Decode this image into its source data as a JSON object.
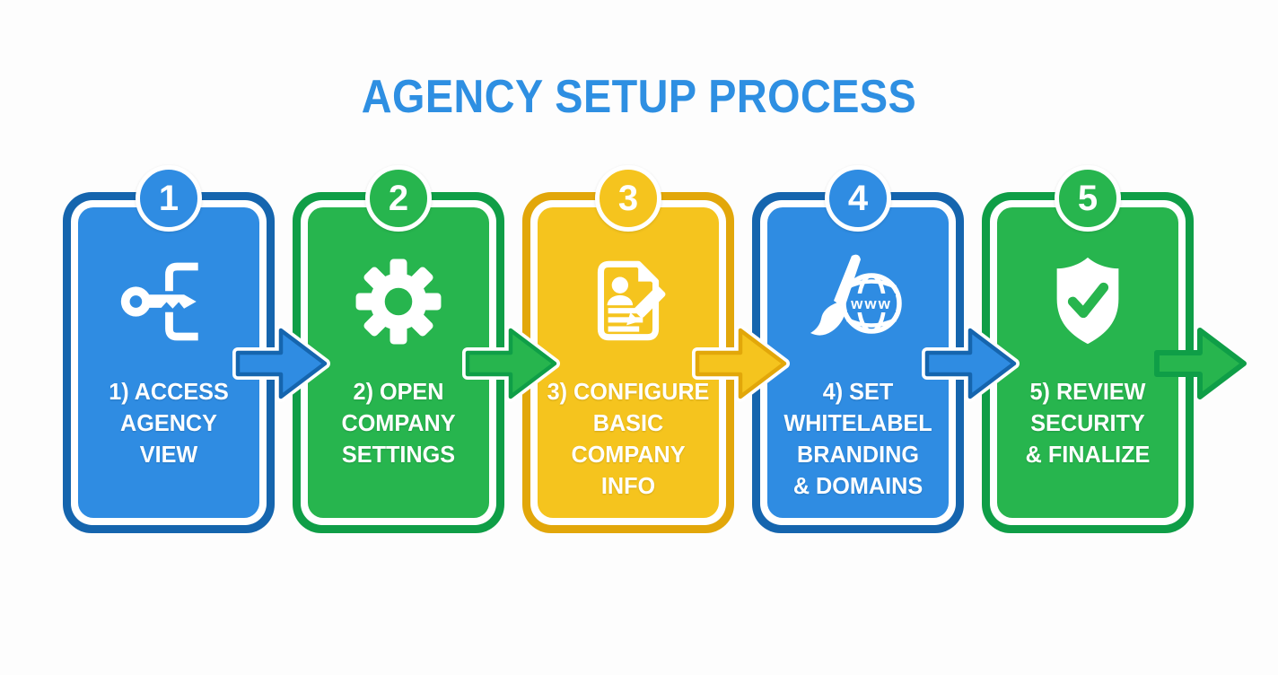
{
  "title": "AGENCY SETUP PROCESS",
  "palette": {
    "blue": "#2F8CE2",
    "blue_dark": "#1565AE",
    "green": "#27B54E",
    "green_dark": "#0F9E47",
    "yellow": "#F5C41E",
    "yellow_dark": "#E2A70A",
    "title_blue": "#2E8FE2",
    "icon_white": "#FFFFFF",
    "background": "#FDFDFD"
  },
  "steps": [
    {
      "number": "1",
      "color": "blue",
      "icon": "key-icon",
      "label_lines": [
        "1) ACCESS",
        "AGENCY",
        "VIEW"
      ]
    },
    {
      "number": "2",
      "color": "green",
      "icon": "gear-icon",
      "label_lines": [
        "2) OPEN",
        "COMPANY",
        "SETTINGS"
      ]
    },
    {
      "number": "3",
      "color": "yellow",
      "icon": "document-edit-icon",
      "label_lines": [
        "3) CONFIGURE",
        "BASIC",
        "COMPANY",
        "INFO"
      ]
    },
    {
      "number": "4",
      "color": "blue",
      "icon": "brush-globe-icon",
      "icon_text": "www",
      "label_lines": [
        "4) SET",
        "WHITELABEL",
        "BRANDING",
        "& DOMAINS"
      ]
    },
    {
      "number": "5",
      "color": "green",
      "icon": "shield-check-icon",
      "label_lines": [
        "5) REVIEW",
        "SECURITY",
        "& FINALIZE"
      ]
    }
  ],
  "arrows": [
    {
      "from": "1",
      "to": "2",
      "color": "blue"
    },
    {
      "from": "2",
      "to": "3",
      "color": "green"
    },
    {
      "from": "3",
      "to": "4",
      "color": "yellow"
    },
    {
      "from": "4",
      "to": "5",
      "color": "blue"
    },
    {
      "from": "5",
      "to": "end",
      "color": "green"
    }
  ]
}
